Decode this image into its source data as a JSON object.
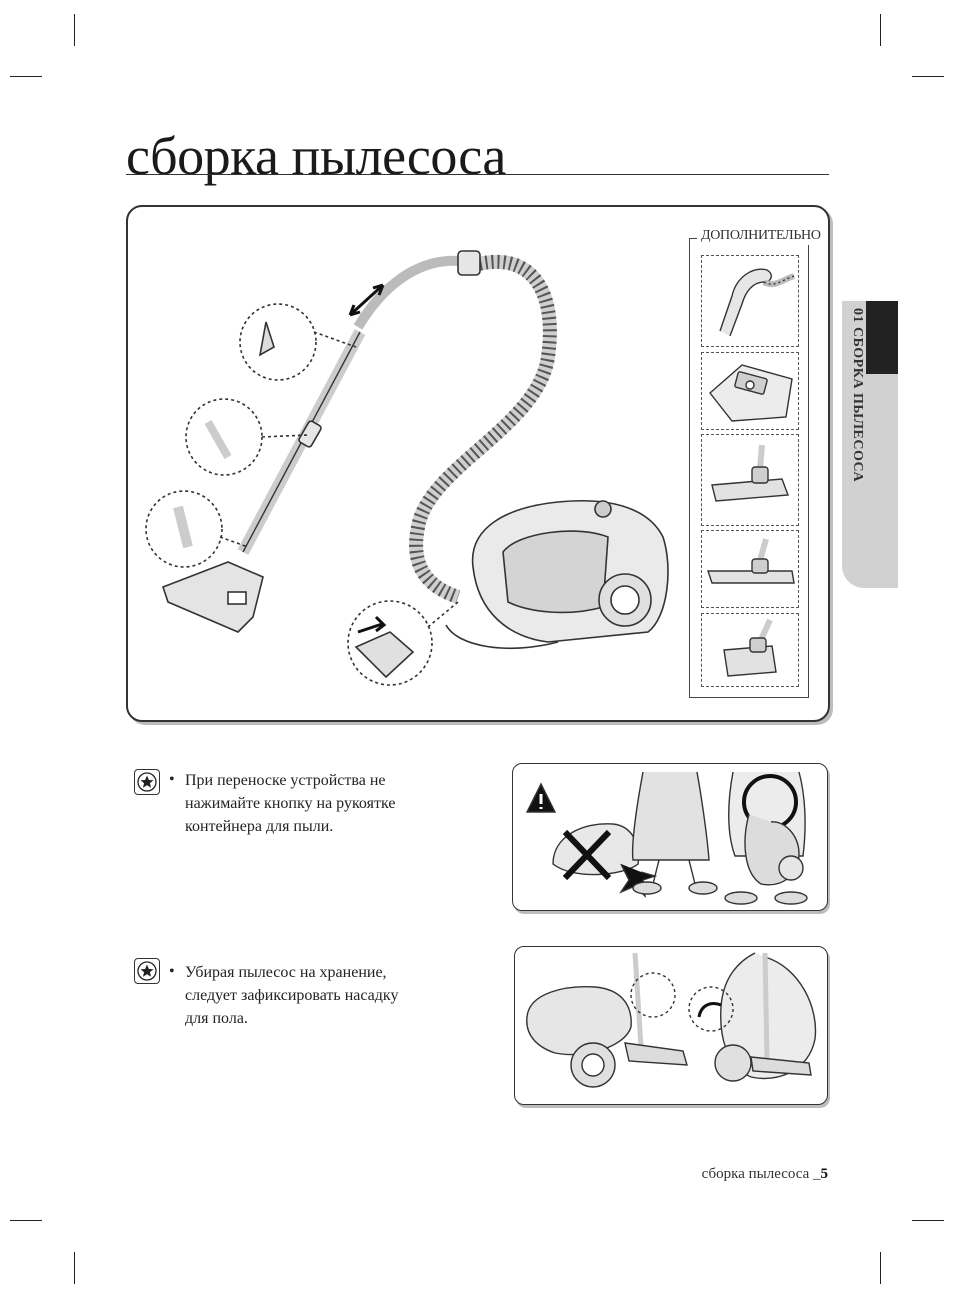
{
  "page": {
    "title": "сборка пылесоса",
    "side_tab": "01 СБОРКА ПЫЛЕСОСА",
    "footer_text": "сборка пылесоса _",
    "footer_page": "5"
  },
  "optional": {
    "label": "ДОПОЛНИТЕЛЬНО",
    "items": [
      "handle-with-hose-icon",
      "dust-bag-icon",
      "turbo-brush-icon",
      "parquet-brush-icon",
      "mini-turbo-brush-icon"
    ]
  },
  "notes": [
    {
      "icon": "star-icon",
      "bullet": "•",
      "text": [
        "При переноске устройства не",
        "нажимайте кнопку на рукоятке",
        "контейнера для пыли."
      ]
    },
    {
      "icon": "star-icon",
      "bullet": "•",
      "text": [
        "Убирая пылесос на хранение,",
        "следует зафиксировать насадку",
        "для пола."
      ]
    }
  ],
  "colors": {
    "text": "#1a1a1a",
    "tab_dark": "#222222",
    "tab_light": "#d1d1d1",
    "line": "#333333"
  }
}
